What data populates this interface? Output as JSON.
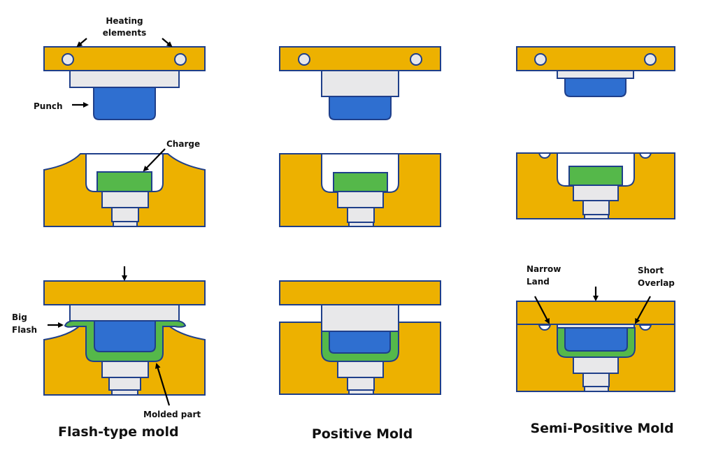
{
  "colors": {
    "mold": "#EDB100",
    "outline": "#1F3F8A",
    "punch": "#2F6FD0",
    "plunger": "#E8E8EA",
    "charge": "#55B84A"
  },
  "labels": {
    "heating_elements_line1": "Heating",
    "heating_elements_line2": "elements",
    "punch": "Punch",
    "charge": "Charge",
    "big_flash_line1": "Big",
    "big_flash_line2": "Flash",
    "molded_part": "Molded part",
    "narrow_land_line1": "Narrow",
    "narrow_land_line2": "Land",
    "short_overlap_line1": "Short",
    "short_overlap_line2": "Overlap"
  },
  "captions": {
    "flash": "Flash-type mold",
    "positive": "Positive Mold",
    "semi_positive": "Semi-Positive Mold"
  },
  "columns": [
    {
      "id": "flash",
      "stages": [
        "open-top-half",
        "charged-cavity",
        "closed-with-flash"
      ]
    },
    {
      "id": "positive",
      "stages": [
        "open-top-half",
        "charged-cavity",
        "closed"
      ]
    },
    {
      "id": "semi_positive",
      "stages": [
        "open-top-half",
        "charged-cavity",
        "closed"
      ]
    }
  ]
}
